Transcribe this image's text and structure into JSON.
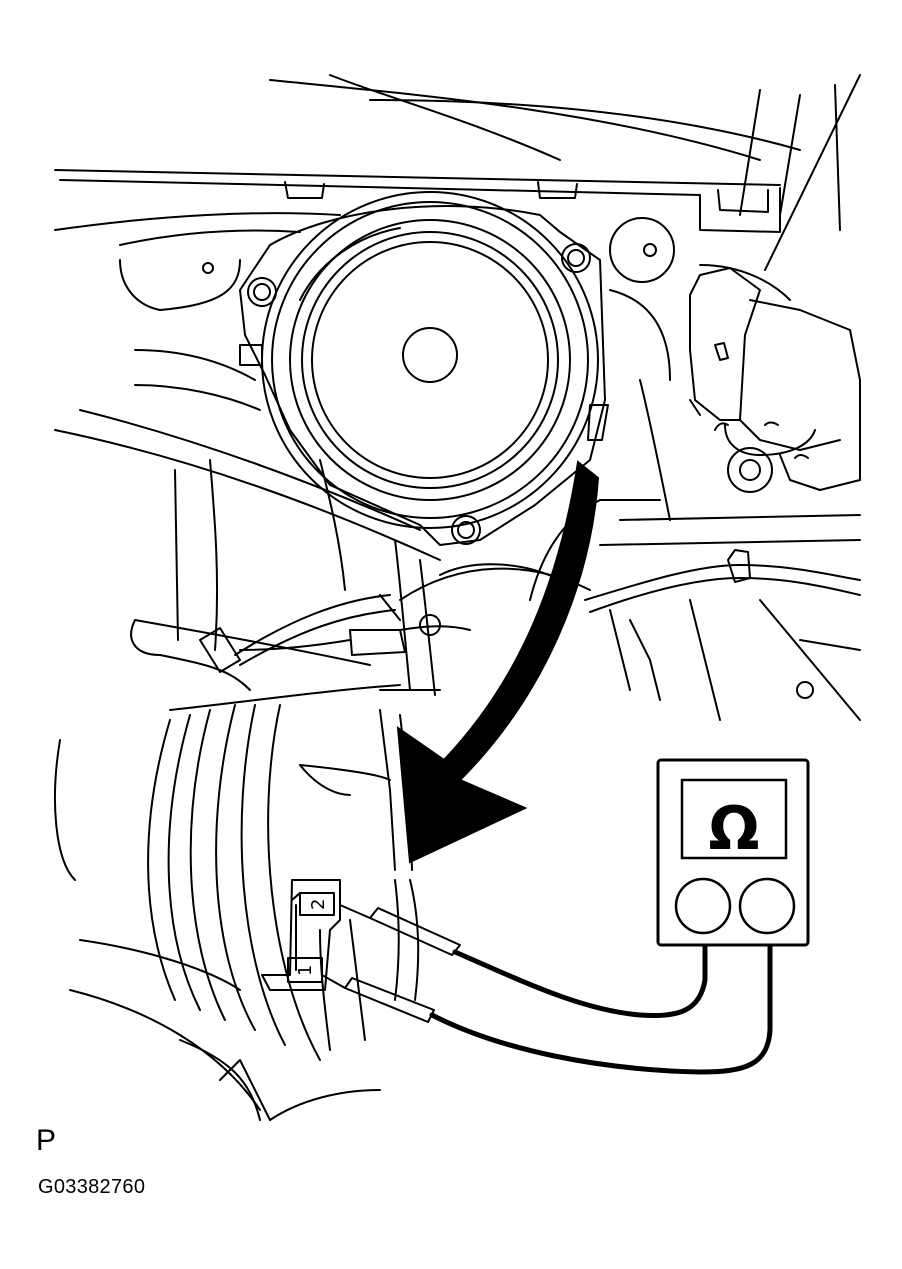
{
  "figure": {
    "meter_symbol": "Ω",
    "terminal_labels": [
      "2",
      "1"
    ],
    "icons": [
      "speaker-icon",
      "ohmmeter-icon",
      "arrow-icon"
    ],
    "colors": {
      "ink": "#000000",
      "paper": "#ffffff"
    }
  },
  "captions": {
    "view_letter": "P",
    "figure_code": "G03382760"
  }
}
